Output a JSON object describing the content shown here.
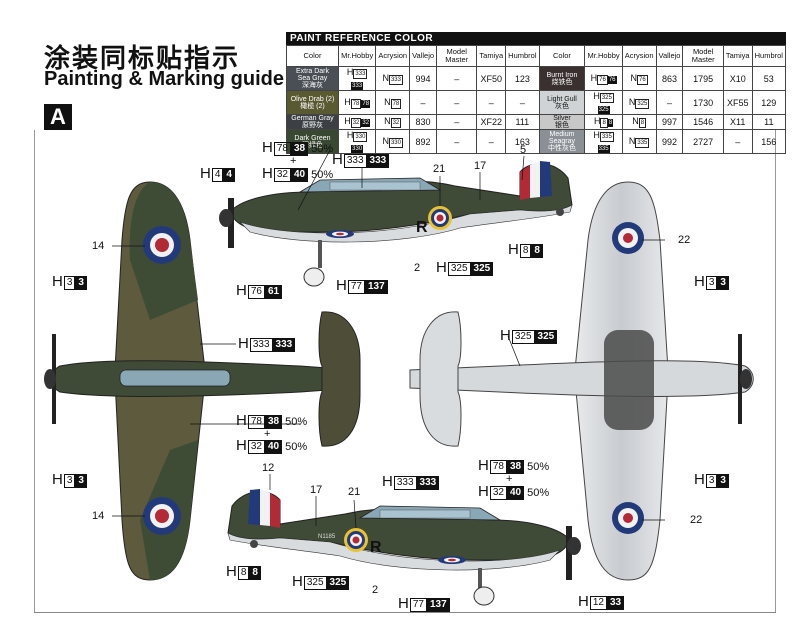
{
  "header": {
    "title_cn": "涂装同标贴指示",
    "title_en": "Painting & Marking guide",
    "badge": "A"
  },
  "paint_table": {
    "title": "PAINT REFERENCE COLOR",
    "columns": [
      "Color",
      "Mr.Hobby",
      "Acrysion",
      "Vallejo",
      "Model Master",
      "Tamiya",
      "Humbrol"
    ],
    "left": [
      {
        "name": "Extra Dark Sea Gray",
        "cn": "深海灰",
        "swatch": "#4a4f55",
        "hobby": "333",
        "acry": "333",
        "vallejo": "994",
        "mm": "–",
        "tamiya": "XF50",
        "humbrol": "123"
      },
      {
        "name": "Olive Drab (2)",
        "cn": "橄榄 (2)",
        "swatch": "#5a5a32",
        "hobby": "78",
        "acry": "78",
        "vallejo": "–",
        "mm": "–",
        "tamiya": "–",
        "humbrol": "–"
      },
      {
        "name": "German Gray",
        "cn": "原野灰",
        "swatch": "#3c4044",
        "hobby": "32",
        "acry": "32",
        "vallejo": "830",
        "mm": "–",
        "tamiya": "XF22",
        "humbrol": "111"
      },
      {
        "name": "Dark Green",
        "cn": "深绿色",
        "swatch": "#384832",
        "hobby": "330",
        "acry": "330",
        "vallejo": "892",
        "mm": "–",
        "tamiya": "–",
        "humbrol": "163"
      }
    ],
    "right": [
      {
        "name": "Burnt Iron",
        "cn": "烧铁色",
        "swatch": "#3a3030",
        "hobby": "76",
        "acry": "76",
        "vallejo": "863",
        "mm": "1795",
        "tamiya": "X10",
        "humbrol": "53"
      },
      {
        "name": "Light Gull",
        "cn": "灰色",
        "swatch": "#d0d3d6",
        "hobby": "325",
        "acry": "325",
        "vallejo": "–",
        "mm": "1730",
        "tamiya": "XF55",
        "humbrol": "129"
      },
      {
        "name": "Silver",
        "cn": "银色",
        "swatch": "#c8c8c8",
        "hobby": "8",
        "acry": "8",
        "vallejo": "997",
        "mm": "1546",
        "tamiya": "X11",
        "humbrol": "11"
      },
      {
        "name": "Medium Seagray",
        "cn": "中性灰色",
        "swatch": "#8a9096",
        "hobby": "335",
        "acry": "335",
        "vallejo": "992",
        "mm": "2727",
        "tamiya": "–",
        "humbrol": "156"
      }
    ]
  },
  "labels": {
    "H": "H",
    "N": "N",
    "pct": "50%",
    "plus": "+",
    "c78": "78",
    "c38": "38",
    "c32": "32",
    "c40": "40",
    "c4": "4",
    "c333": "333",
    "c3": "3",
    "c76": "76",
    "c61": "61",
    "c77": "77",
    "c137": "137",
    "c325": "325",
    "c8": "8",
    "c12": "12",
    "c33": "33",
    "n21": "21",
    "n17": "17",
    "n5": "5",
    "n2": "2",
    "n14": "14",
    "n22": "22",
    "n12": "12",
    "serial": "N1185",
    "code": "R"
  },
  "colors": {
    "camo_green": "#3d4a33",
    "camo_brown": "#6b6148",
    "underside": "#d8dadd",
    "roundel_red": "#b22a36",
    "roundel_blue": "#233a7a",
    "yellow": "#e8c230"
  }
}
